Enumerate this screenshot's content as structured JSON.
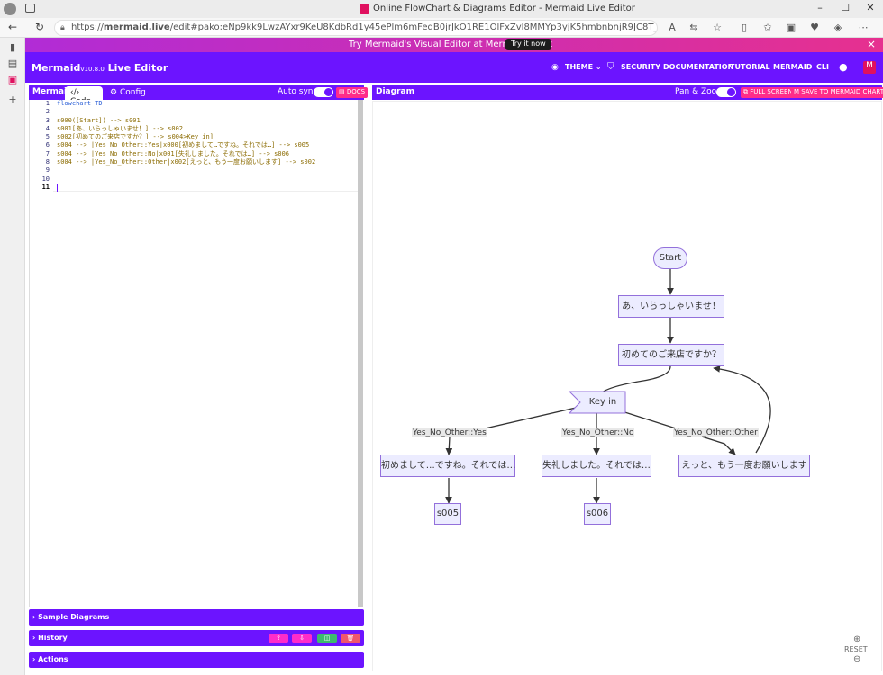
{
  "browser": {
    "window_title": "Online FlowChart & Diagrams Editor - Mermaid Live Editor",
    "url_domain": "mermaid.live",
    "url_path": "/edit#pako:eNp9kk9LwzAYxr9KeU8KdbRd1y45ePlm6mFedB0jrJkO1RE1OlFxZvl8MMYp3yjK5hmbnbnjR9JC8T_L88vl0L5SgFLgUM5WqwXIolYaQszji-49c0TZvI5y..."
  },
  "promo": {
    "text": "Try Mermaid's Visual Editor at Mermaid Chart",
    "button": "Try it now",
    "close": "×"
  },
  "nav": {
    "brand": "Mermaid",
    "version": "v10.8.0",
    "brand_suffix": " Live Editor",
    "items": {
      "theme": "THEME",
      "security": "SECURITY",
      "documentation": "DOCUMENTATION",
      "tutorial": "TUTORIAL",
      "mermaid": "MERMAID",
      "cli": "CLI"
    }
  },
  "editor": {
    "label": "Mermaid",
    "tab_code": "Code",
    "tab_config": "Config",
    "autosync_label": "Auto sync",
    "docs_button": "DOCS",
    "lines": [
      "flowchart TD",
      "",
      "s000([Start]) --> s001",
      "s001[あ、いらっしゃいませ！] --> s002",
      "s002[初めてのご来店ですか？] --> s004>Key in]",
      "s004 --> |Yes_No_Other::Yes|x000[初めまして…ですね。それでは…] --> s005",
      "s004 --> |Yes_No_Other::No|x001[失礼しました。それでは…] --> s006",
      "s004 --> |Yes_No_Other::Other|x002[えっと、もう一度お願いします] --> s002",
      "",
      "",
      ""
    ],
    "line_numbers": [
      "1",
      "2",
      "3",
      "4",
      "5",
      "6",
      "7",
      "8",
      "9",
      "10",
      "11"
    ]
  },
  "accordions": {
    "samples": "Sample Diagrams",
    "history": "History",
    "actions": "Actions"
  },
  "diagram_panel": {
    "label": "Diagram",
    "pan_zoom_label": "Pan & Zoom",
    "fullscreen_button": "FULL SCREEN",
    "save_button": "SAVE TO MERMAID CHART",
    "reset": "RESET"
  },
  "flow": {
    "start": "Start",
    "s001": "あ、いらっしゃいませ！",
    "s002": "初めてのご来店ですか？",
    "s004": "Key in",
    "x000": "初めまして…ですね。それでは…",
    "x001": "失礼しました。それでは…",
    "x002": "えっと、もう一度お願いします",
    "s005": "s005",
    "s006": "s006",
    "edge_yes": "Yes_No_Other::Yes",
    "edge_no": "Yes_No_Other::No",
    "edge_other": "Yes_No_Other::Other"
  },
  "colors": {
    "brand_purple": "#6c14ff",
    "brand_pink": "#ff2c8a",
    "node_fill": "#ececff",
    "node_border": "#9370db"
  }
}
